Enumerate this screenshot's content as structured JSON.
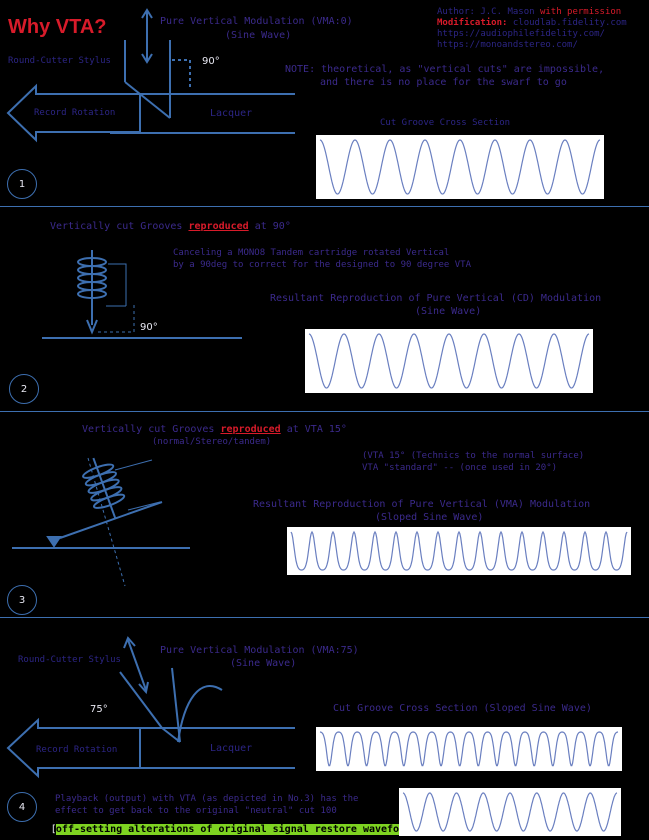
{
  "header": {
    "title": "Why VTA?",
    "credit_line1_prefix": "Author: J.C. Mason ",
    "credit_line1_em": "with permission",
    "credit_line2_label": "Modification:",
    "credit_line2_rest": " cloudlab.fidelity.com",
    "credit_line3": "https://audiophilefidelity.com/",
    "credit_line4": "https://monoandstereo.com/"
  },
  "panel1": {
    "number": "1",
    "label_top": "Pure Vertical Modulation (VMA:0)",
    "label_top2": "(Sine Wave)",
    "stylus_label": "Round-Cutter Stylus",
    "angle": "90°",
    "note_line1": "NOTE: theoretical, as \"vertical cuts\" are impossible,",
    "note_line2": "and there is no place for the swarf to go",
    "lacquer": "Lacquer",
    "direction": "Record Rotation",
    "section_label": "Cut Groove Cross Section"
  },
  "panel2": {
    "number": "2",
    "heading_prefix": "Vertically cut Grooves ",
    "heading_em": "reproduced",
    "heading_suffix": " at 90°",
    "body_line1": "Canceling a MONO8 Tandem cartridge rotated Vertical",
    "body_line2": "by a 90deg to correct for the designed to 90 degree VTA",
    "result_line1": "Resultant Reproduction of Pure Vertical (CD) Modulation",
    "result_line2": "(Sine Wave)",
    "angle": "90°"
  },
  "panel3": {
    "number": "3",
    "heading_prefix": "Vertically cut Grooves ",
    "heading_em": "reproduced",
    "heading_suffix": " at VTA 15°",
    "heading_line2": "(normal/Stereo/tandem)",
    "body_line1": "(VTA 15° (Technics to the normal surface)",
    "body_line2": "VTA \"standard\" -- (once used in 20°)",
    "result_line1": "Resultant Reproduction of Pure Vertical (VMA) Modulation",
    "result_line2": "(Sloped Sine Wave)"
  },
  "panel4": {
    "number": "4",
    "label_top": "Pure Vertical Modulation (VMA:75)",
    "label_top2": "(Sine Wave)",
    "stylus_label": "Round-Cutter Stylus",
    "angle": "75°",
    "lacquer": "Lacquer",
    "direction": "Record Rotation",
    "section_label": "Cut Groove Cross Section (Sloped Sine Wave)",
    "playback_line1": "Playback (output) with VTA (as depicted in No.3) has the",
    "playback_line2": "effect to get back to the original \"neutral\" cut 100",
    "highlight": "off-setting alterations of original signal restore waveform",
    "highlight_bracket_open": "[",
    "highlight_bracket_close": "]"
  },
  "colors": {
    "accent_red": "#d81b2a",
    "line_blue": "#3d6fb0",
    "text_navy": "#2c2585",
    "green": "#7ed321"
  }
}
